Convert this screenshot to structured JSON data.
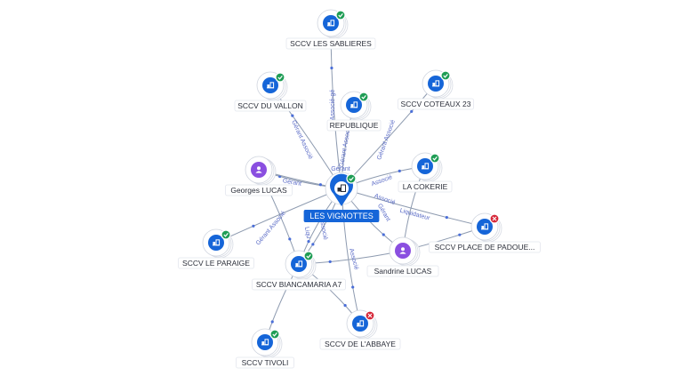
{
  "center": {
    "label": "LES VIGNOTTES",
    "icon": "company-icon",
    "status": "active"
  },
  "nodes": [
    {
      "id": "sablieres",
      "label": "SCCV LES SABLIERES",
      "kind": "company",
      "status": "active",
      "icon": "company-icon"
    },
    {
      "id": "vallon",
      "label": "SCCV DU VALLON",
      "kind": "company",
      "status": "active",
      "icon": "company-icon"
    },
    {
      "id": "republique",
      "label": "REPUBLIQUE",
      "kind": "company",
      "status": "active",
      "icon": "company-icon"
    },
    {
      "id": "coteaux",
      "label": "SCCV COTEAUX 23",
      "kind": "company",
      "status": "active",
      "icon": "company-icon"
    },
    {
      "id": "georges",
      "label": "Georges LUCAS",
      "kind": "person",
      "status": "none",
      "icon": "person-icon"
    },
    {
      "id": "cokerie",
      "label": "LA COKERIE",
      "kind": "company",
      "status": "active",
      "icon": "company-icon"
    },
    {
      "id": "padoue",
      "label": "SCCV PLACE DE PADOUE...",
      "kind": "company",
      "status": "closed",
      "icon": "company-icon"
    },
    {
      "id": "paraige",
      "label": "SCCV LE PARAIGE",
      "kind": "company",
      "status": "active",
      "icon": "company-icon"
    },
    {
      "id": "sandrine",
      "label": "Sandrine LUCAS",
      "kind": "person",
      "status": "none",
      "icon": "person-icon"
    },
    {
      "id": "biancamaria",
      "label": "SCCV BIANCAMARIA A7",
      "kind": "company",
      "status": "active",
      "icon": "company-icon"
    },
    {
      "id": "abbaye",
      "label": "SCCV DE L'ABBAYE",
      "kind": "company",
      "status": "closed",
      "icon": "company-icon"
    },
    {
      "id": "tivoli",
      "label": "SCCV TIVOLI",
      "kind": "company",
      "status": "active",
      "icon": "company-icon"
    }
  ],
  "edges": [
    {
      "from": "center",
      "to": "sablieres",
      "label": "Associé-gé"
    },
    {
      "from": "center",
      "to": "vallon",
      "label": "Gérant Associé"
    },
    {
      "from": "center",
      "to": "republique",
      "label": "Gérant Associé"
    },
    {
      "from": "center",
      "to": "coteaux",
      "label": "Gérant Associé"
    },
    {
      "from": "center",
      "to": "georges",
      "label": "Gérant"
    },
    {
      "from": "georges",
      "to": "center",
      "label": "Gérant"
    },
    {
      "from": "center",
      "to": "cokerie",
      "label": "Associé"
    },
    {
      "from": "center",
      "to": "padoue",
      "label": "Associé"
    },
    {
      "from": "sandrine",
      "to": "padoue",
      "label": "Liquidateur"
    },
    {
      "from": "center",
      "to": "paraige",
      "label": "Gérant Associé"
    },
    {
      "from": "center",
      "to": "sandrine",
      "label": "Gérant"
    },
    {
      "from": "center",
      "to": "biancamaria",
      "label": "Associé"
    },
    {
      "from": "center",
      "to": "biancamaria",
      "label": "Liqu"
    },
    {
      "from": "sandrine",
      "to": "biancamaria",
      "label": ""
    },
    {
      "from": "center",
      "to": "abbaye",
      "label": "Associé"
    },
    {
      "from": "biancamaria",
      "to": "abbaye",
      "label": ""
    },
    {
      "from": "biancamaria",
      "to": "tivoli",
      "label": ""
    },
    {
      "from": "georges",
      "to": "biancamaria",
      "label": ""
    },
    {
      "from": "sandrine",
      "to": "cokerie",
      "label": ""
    }
  ],
  "colors": {
    "company": "#1565d8",
    "person": "#8a4fe0",
    "active": "#1f9d55",
    "closed": "#d62839",
    "edge": "#8e9bb0",
    "edge_label": "#5b6cc7"
  }
}
